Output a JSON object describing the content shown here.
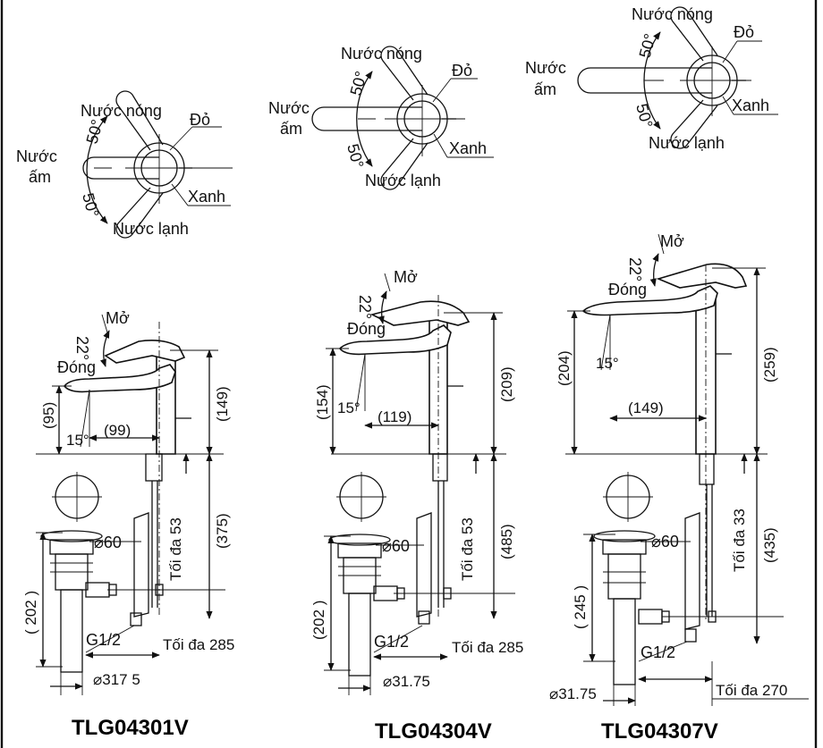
{
  "labels": {
    "hot": "Nước nóng",
    "warm_1": "Nước",
    "warm_2": "ấm",
    "cold": "Nước lạnh",
    "red": "Đỏ",
    "blue": "Xanh",
    "open": "Mở",
    "closed": "Đóng",
    "angle_50": "50°",
    "angle_22": "22°",
    "angle_15": "15°",
    "dia_60": "⌀60",
    "thread": "G1/2"
  },
  "models": [
    {
      "name": "TLG04301V",
      "spout_height": "(95)",
      "reach": "(99)",
      "faucet_height": "(149)",
      "max_thickness": "Tối đa 53",
      "below_deck": "(375)",
      "drain_length": "( 202 )",
      "max_pipe": "Tối đa 285",
      "pipe_dia": "⌀317 5"
    },
    {
      "name": "TLG04304V",
      "spout_height": "(154)",
      "reach": "(119)",
      "faucet_height": "(209)",
      "max_thickness": "Tối đa 53",
      "below_deck": "(485)",
      "drain_length": "(202 )",
      "max_pipe": "Tối đa 285",
      "pipe_dia": "⌀31.75"
    },
    {
      "name": "TLG04307V",
      "spout_height": "(204)",
      "reach": "(149)",
      "faucet_height": "(259)",
      "max_thickness": "Tối đa 33",
      "below_deck": "(435)",
      "drain_length": "( 245 )",
      "max_pipe": "Tối đa 270",
      "pipe_dia": "⌀31.75"
    }
  ]
}
